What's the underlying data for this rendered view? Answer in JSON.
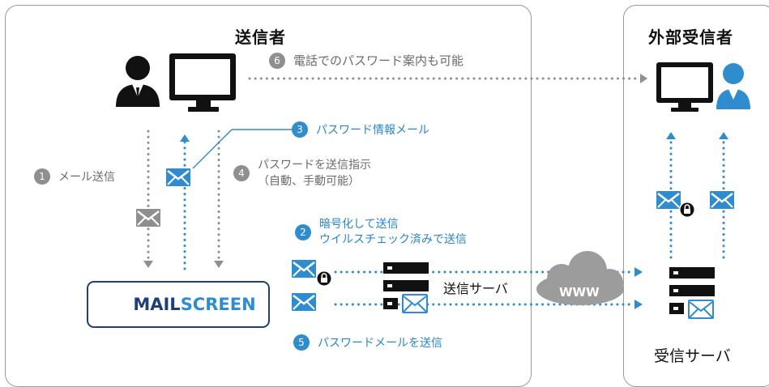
{
  "sender": {
    "title": "送信者"
  },
  "receiver": {
    "title": "外部受信者"
  },
  "steps": [
    {
      "num": "1",
      "text": "メール送信"
    },
    {
      "num": "2",
      "line1": "暗号化して送信",
      "line2": "ウイルスチェック済みで送信"
    },
    {
      "num": "3",
      "text": "パスワード情報メール"
    },
    {
      "num": "4",
      "line1": "パスワードを送信指示",
      "line2": "（自動、手動可能）"
    },
    {
      "num": "5",
      "text": "パスワードメールを送信"
    },
    {
      "num": "6",
      "text": "電話でのパスワード案内も可能"
    }
  ],
  "logo": {
    "part1": "MAIL",
    "part2": "SCREEN"
  },
  "send_server": {
    "label": "送信サーバ"
  },
  "cloud": {
    "label": "WWW"
  },
  "receive_server": {
    "label": "受信サーバ"
  },
  "colors": {
    "blue": "#2f8ccf",
    "gray": "#8f8f8f",
    "dark": "#111111",
    "navy": "#1e3f7a"
  }
}
